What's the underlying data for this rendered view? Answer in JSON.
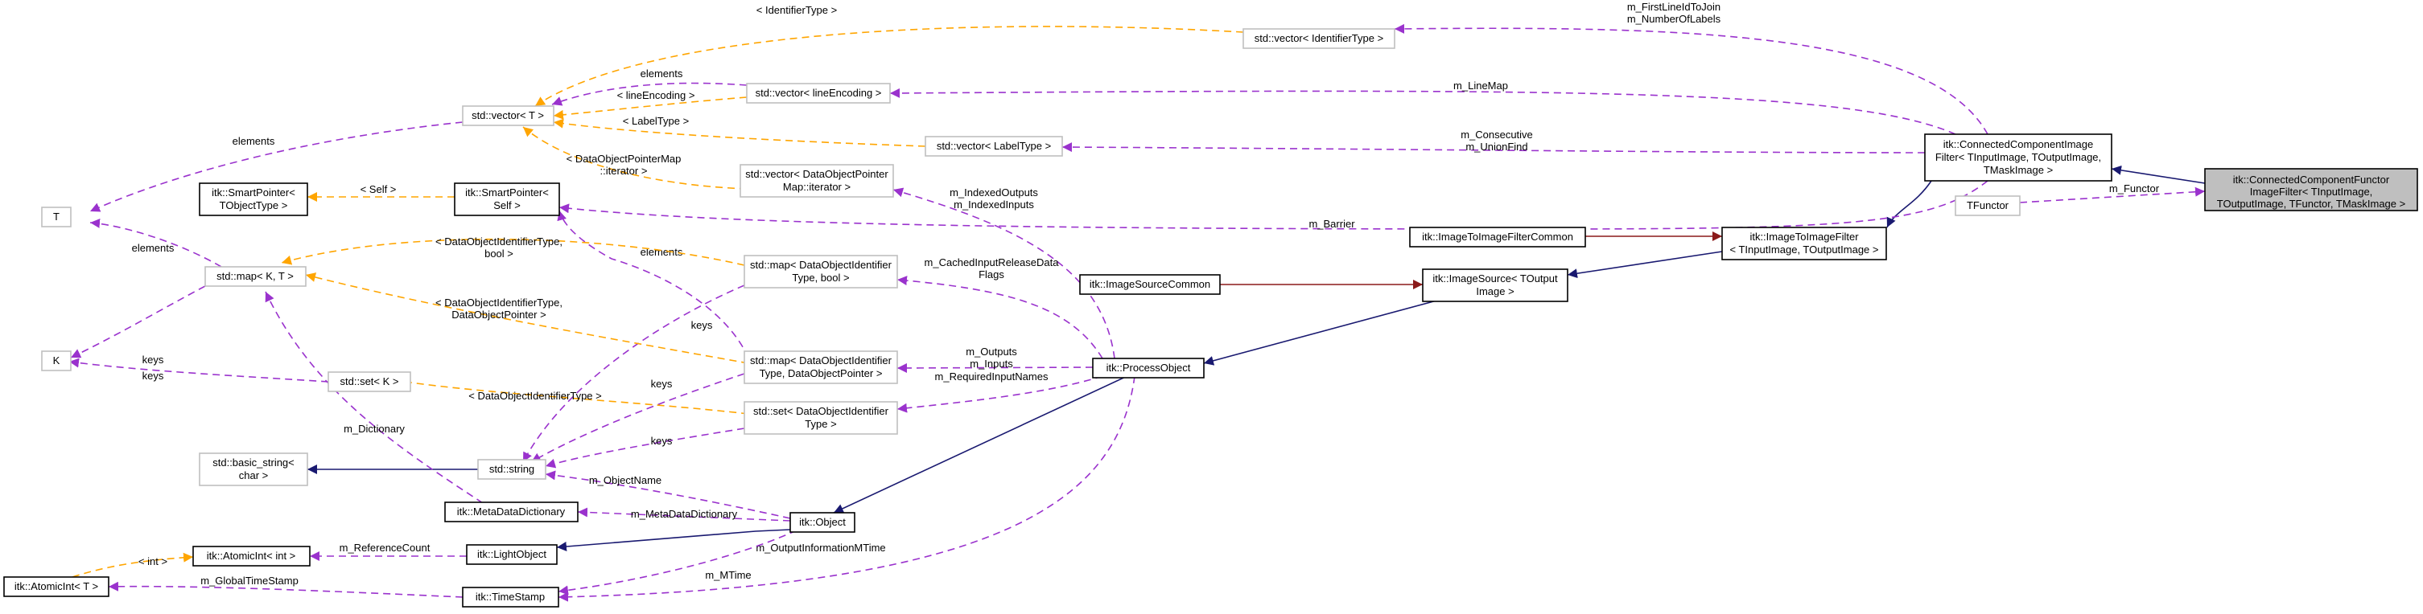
{
  "colors": {
    "inheritance": "#191970",
    "usage": "#9a32cd",
    "template_instance": "#ffa500",
    "private_inheritance": "#8b1a1a",
    "highlighted_node": "#bfbfbf"
  },
  "nodes": [
    {
      "id": "main",
      "lines": [
        "itk::ConnectedComponentFunctor",
        "ImageFilter< TInputImage,",
        "TOutputImage, TFunctor, TMaskImage >"
      ],
      "style": "hl"
    },
    {
      "id": "ccif",
      "lines": [
        "itk::ConnectedComponentImage",
        "Filter< TInputImage, TOutputImage,",
        "TMaskImage >"
      ],
      "style": "solid"
    },
    {
      "id": "tfunctor",
      "lines": [
        "TFunctor"
      ],
      "style": "light"
    },
    {
      "id": "iif",
      "lines": [
        "itk::ImageToImageFilter",
        "< TInputImage, TOutputImage >"
      ],
      "style": "solid"
    },
    {
      "id": "iifc",
      "lines": [
        "itk::ImageToImageFilterCommon"
      ],
      "style": "solid"
    },
    {
      "id": "isrc",
      "lines": [
        "itk::ImageSource< TOutput",
        "Image >"
      ],
      "style": "solid"
    },
    {
      "id": "isc",
      "lines": [
        "itk::ImageSourceCommon"
      ],
      "style": "solid"
    },
    {
      "id": "po",
      "lines": [
        "itk::ProcessObject"
      ],
      "style": "solid"
    },
    {
      "id": "obj",
      "lines": [
        "itk::Object"
      ],
      "style": "solid"
    },
    {
      "id": "lo",
      "lines": [
        "itk::LightObject"
      ],
      "style": "solid"
    },
    {
      "id": "ts",
      "lines": [
        "itk::TimeStamp"
      ],
      "style": "solid"
    },
    {
      "id": "mdd",
      "lines": [
        "itk::MetaDataDictionary"
      ],
      "style": "solid"
    },
    {
      "id": "str",
      "lines": [
        "std::string"
      ],
      "style": "light"
    },
    {
      "id": "bstr",
      "lines": [
        "std::basic_string<",
        "char >"
      ],
      "style": "light"
    },
    {
      "id": "aiint",
      "lines": [
        "itk::AtomicInt< int >"
      ],
      "style": "solid"
    },
    {
      "id": "aiT",
      "lines": [
        "itk::AtomicInt< T >"
      ],
      "style": "solid"
    },
    {
      "id": "setdoi",
      "lines": [
        "std::set< DataObjectIdentifier",
        "Type >"
      ],
      "style": "light"
    },
    {
      "id": "setK",
      "lines": [
        "std::set< K >"
      ],
      "style": "light"
    },
    {
      "id": "K",
      "lines": [
        "K"
      ],
      "style": "light"
    },
    {
      "id": "mapdp",
      "lines": [
        "std::map< DataObjectIdentifier",
        "Type, DataObjectPointer >"
      ],
      "style": "light"
    },
    {
      "id": "mapbool",
      "lines": [
        "std::map< DataObjectIdentifier",
        "Type, bool >"
      ],
      "style": "light"
    },
    {
      "id": "mapKT",
      "lines": [
        "std::map< K, T >"
      ],
      "style": "light"
    },
    {
      "id": "T",
      "lines": [
        "T"
      ],
      "style": "light"
    },
    {
      "id": "spself",
      "lines": [
        "itk::SmartPointer<",
        "Self >"
      ],
      "style": "solid"
    },
    {
      "id": "spobj",
      "lines": [
        "itk::SmartPointer<",
        "TObjectType >"
      ],
      "style": "solid"
    },
    {
      "id": "vecdop",
      "lines": [
        "std::vector< DataObjectPointer",
        "Map::iterator >"
      ],
      "style": "light"
    },
    {
      "id": "vecT",
      "lines": [
        "std::vector< T >"
      ],
      "style": "light"
    },
    {
      "id": "veclt",
      "lines": [
        "std::vector< LabelType >"
      ],
      "style": "light"
    },
    {
      "id": "vecle",
      "lines": [
        "std::vector< lineEncoding >"
      ],
      "style": "light"
    },
    {
      "id": "vecid",
      "lines": [
        "std::vector< IdentifierType >"
      ],
      "style": "light"
    }
  ],
  "edges": [
    {
      "id": "e-main-ccif",
      "kind": "inherit",
      "labels": []
    },
    {
      "id": "e-tf-main",
      "kind": "uses",
      "labels": [
        "m_Functor"
      ]
    },
    {
      "id": "e-ccif-iif",
      "kind": "inherit",
      "labels": []
    },
    {
      "id": "e-iifc-iif",
      "kind": "red",
      "labels": []
    },
    {
      "id": "e-iif-isrc",
      "kind": "inherit",
      "labels": []
    },
    {
      "id": "e-isc-isrc",
      "kind": "red",
      "labels": []
    },
    {
      "id": "e-isrc-po",
      "kind": "inherit",
      "labels": []
    },
    {
      "id": "e-po-obj",
      "kind": "inherit",
      "labels": []
    },
    {
      "id": "e-obj-lo",
      "kind": "inherit",
      "labels": []
    },
    {
      "id": "e-str-bstr",
      "kind": "inherit",
      "labels": []
    },
    {
      "id": "e-ccif-vecid",
      "kind": "uses",
      "labels": [
        "m_FirstLineIdToJoin",
        "m_NumberOfLabels"
      ]
    },
    {
      "id": "e-ccif-vecle",
      "kind": "uses",
      "labels": [
        "m_LineMap"
      ]
    },
    {
      "id": "e-ccif-veclt",
      "kind": "uses",
      "labels": [
        "m_Consecutive",
        "m_UnionFind"
      ]
    },
    {
      "id": "e-ccif-spself",
      "kind": "uses",
      "labels": [
        "m_Barrier"
      ]
    },
    {
      "id": "e-po-vecdop",
      "kind": "uses",
      "labels": [
        "m_IndexedOutputs",
        "m_IndexedInputs"
      ]
    },
    {
      "id": "e-po-mapbool",
      "kind": "uses",
      "labels": [
        "m_CachedInputReleaseData",
        "Flags"
      ]
    },
    {
      "id": "e-po-mapdp",
      "kind": "uses",
      "labels": [
        "m_Outputs",
        "m_Inputs"
      ]
    },
    {
      "id": "e-po-setdoi",
      "kind": "uses",
      "labels": [
        "m_RequiredInputNames"
      ]
    },
    {
      "id": "e-po-ts",
      "kind": "uses",
      "labels": [
        "m_OutputInformationMTime"
      ]
    },
    {
      "id": "e-obj-ts",
      "kind": "uses",
      "labels": [
        "m_MTime"
      ]
    },
    {
      "id": "e-obj-str",
      "kind": "uses",
      "labels": [
        "m_ObjectName"
      ]
    },
    {
      "id": "e-obj-mdd",
      "kind": "uses",
      "labels": [
        "m_MetaDataDictionary"
      ]
    },
    {
      "id": "e-lo-aiint",
      "kind": "uses",
      "labels": [
        "m_ReferenceCount"
      ]
    },
    {
      "id": "e-ts-aiT",
      "kind": "uses",
      "labels": [
        "m_GlobalTimeStamp"
      ]
    },
    {
      "id": "e-mdd-mapKT",
      "kind": "uses",
      "labels": [
        "m_Dictionary"
      ]
    },
    {
      "id": "e-setdoi-str",
      "kind": "uses",
      "labels": [
        "keys"
      ]
    },
    {
      "id": "e-mapdp-str",
      "kind": "uses",
      "labels": [
        "keys"
      ]
    },
    {
      "id": "e-mapbool-str",
      "kind": "uses",
      "labels": [
        "keys"
      ]
    },
    {
      "id": "e-mapdp-spself",
      "kind": "uses",
      "labels": [
        "elements"
      ]
    },
    {
      "id": "e-setK-K",
      "kind": "uses",
      "labels": [
        "keys"
      ]
    },
    {
      "id": "e-mapKT-K",
      "kind": "uses",
      "labels": [
        "keys"
      ]
    },
    {
      "id": "e-mapKT-T",
      "kind": "uses",
      "labels": [
        "elements"
      ]
    },
    {
      "id": "e-vecT-T",
      "kind": "uses",
      "labels": [
        "elements"
      ]
    },
    {
      "id": "e-vecle-vecT",
      "kind": "uses",
      "labels": [
        "elements"
      ]
    },
    {
      "id": "e-aiT-aiint",
      "kind": "tmpl",
      "labels": [
        "< int >"
      ]
    },
    {
      "id": "e-setK-setdoi",
      "kind": "tmpl",
      "labels": [
        "< DataObjectIdentifierType >"
      ]
    },
    {
      "id": "e-mapKT-mapdp",
      "kind": "tmpl",
      "labels": [
        "< DataObjectIdentifierType,",
        "DataObjectPointer >"
      ]
    },
    {
      "id": "e-mapKT-mapbool",
      "kind": "tmpl",
      "labels": [
        "< DataObjectIdentifierType,",
        "bool >"
      ]
    },
    {
      "id": "e-spobj-spself",
      "kind": "tmpl",
      "labels": [
        "< Self >"
      ]
    },
    {
      "id": "e-vecT-vecdop",
      "kind": "tmpl",
      "labels": [
        "< DataObjectPointerMap",
        "::iterator >"
      ]
    },
    {
      "id": "e-vecT-veclt",
      "kind": "tmpl",
      "labels": [
        "< LabelType >"
      ]
    },
    {
      "id": "e-vecT-vecle",
      "kind": "tmpl",
      "labels": [
        "< lineEncoding >"
      ]
    },
    {
      "id": "e-vecT-vecid",
      "kind": "tmpl",
      "labels": [
        "< IdentifierType >"
      ]
    }
  ]
}
